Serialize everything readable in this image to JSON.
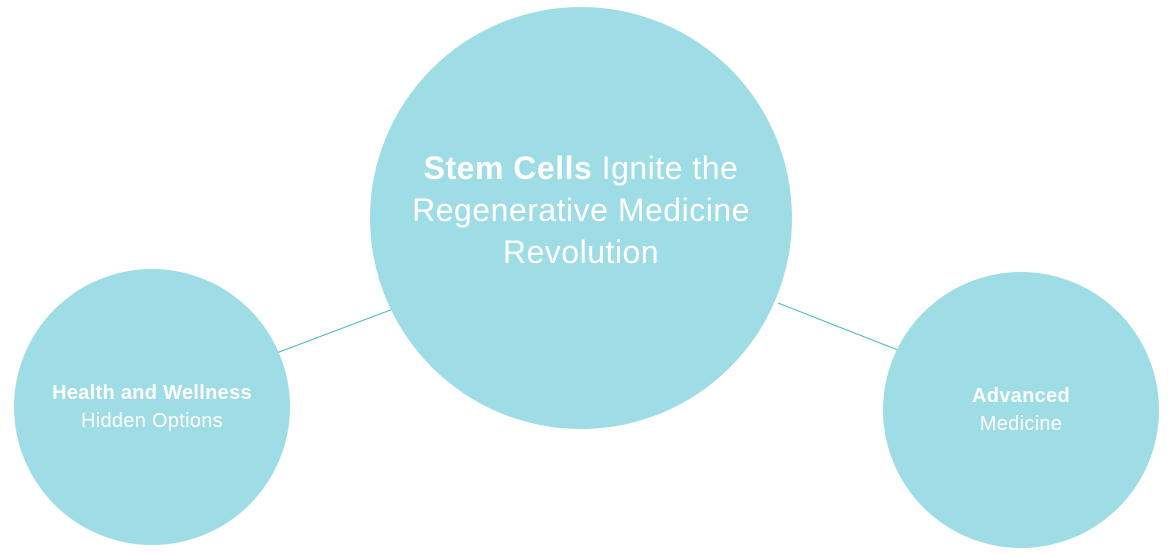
{
  "colors": {
    "circle_fill": "#9fdde6",
    "connector": "#4ab8cc",
    "text": "#ffffff",
    "background": "#ffffff"
  },
  "center": {
    "bold": "Stem Cells",
    "rest": "Ignite the Regenerative Medicine Revolution"
  },
  "left": {
    "bold": "Health and Wellness",
    "light": "Hidden Options"
  },
  "right": {
    "bold": "Advanced",
    "light": "Medicine"
  }
}
